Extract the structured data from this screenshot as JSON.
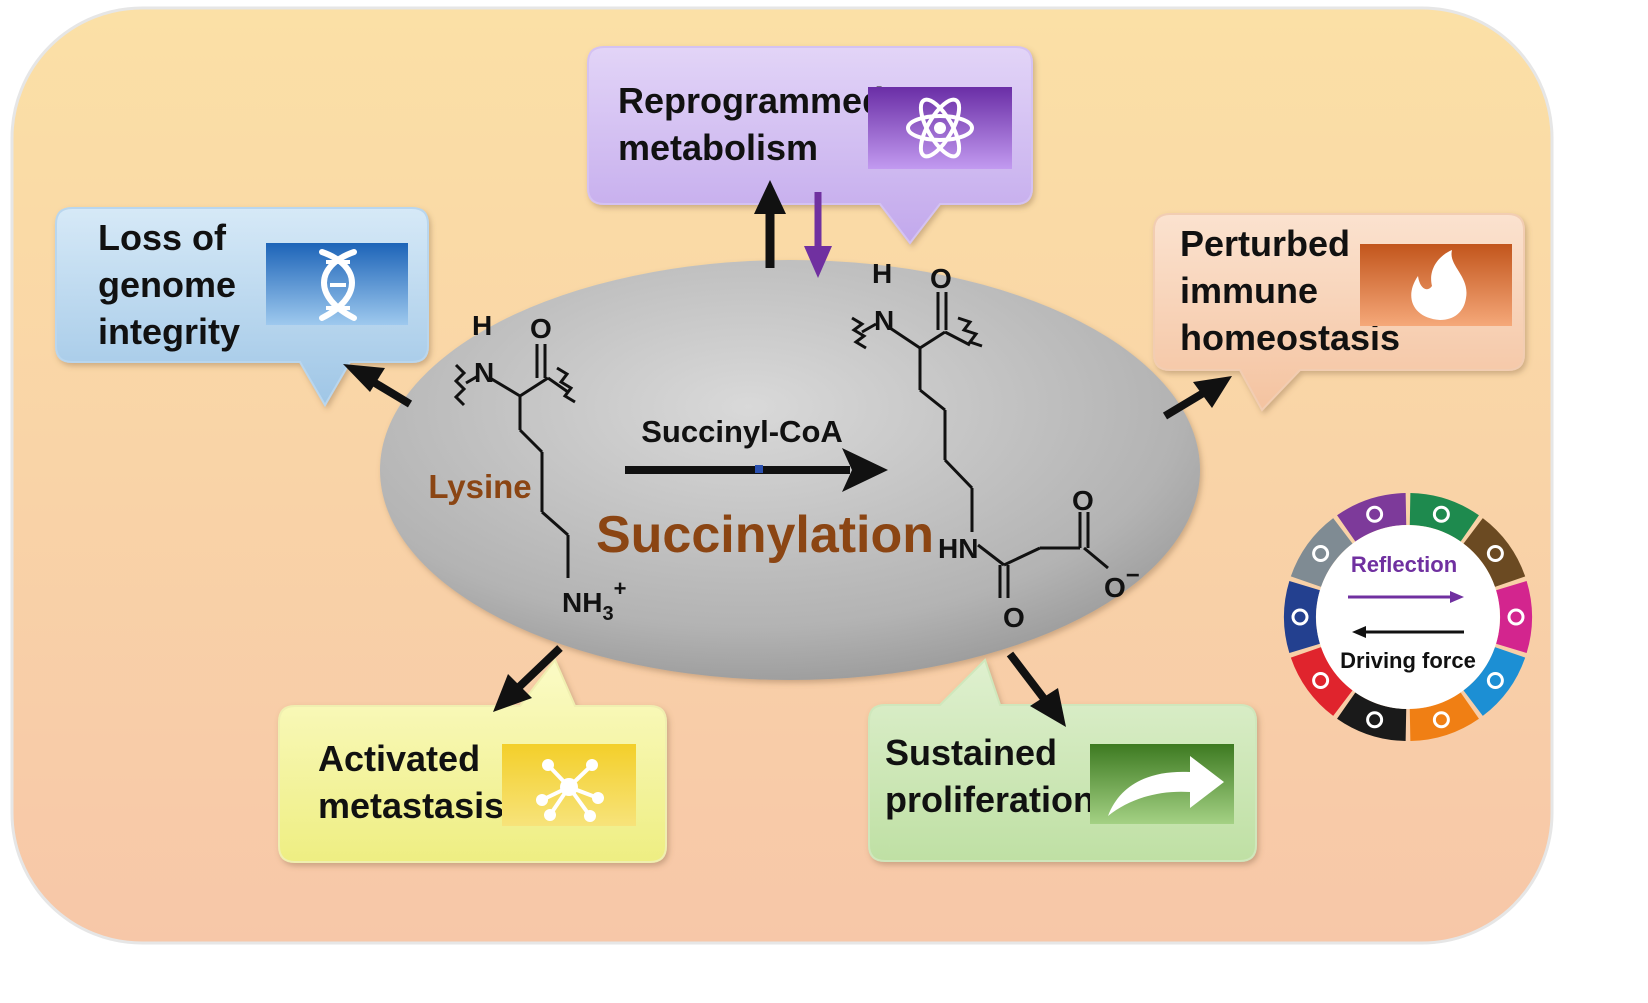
{
  "center": {
    "reaction_label": "Succinylation",
    "reagent": "Succinyl-CoA",
    "substrate_label": "Lysine"
  },
  "chem": {
    "h": "H",
    "n": "N",
    "o": "O",
    "hn": "HN",
    "nh3": "NH",
    "sub3": "3",
    "plus": "+",
    "o_minus": "O",
    "minus": "−"
  },
  "boxes": {
    "genome": {
      "lines": [
        "Loss of",
        "genome",
        "integrity"
      ],
      "icon": "dna-icon",
      "color": "#9cc8ea"
    },
    "metabolism": {
      "lines": [
        "Reprogrammed",
        "metabolism"
      ],
      "icon": "atom-icon",
      "color": "#c9b2ee"
    },
    "immune": {
      "lines": [
        "Perturbed",
        "immune",
        "homeostasis"
      ],
      "icon": "flame-icon",
      "color": "#f6c8a4"
    },
    "metastasis": {
      "lines": [
        "Activated",
        "metastasis"
      ],
      "icon": "network-icon",
      "color": "#f4f29a"
    },
    "proliferation": {
      "lines": [
        "Sustained",
        "proliferation"
      ],
      "icon": "curved-arrow-icon",
      "color": "#c6e3ae"
    }
  },
  "legend": {
    "reflection": "Reflection",
    "driving_force": "Driving force",
    "reflection_color": "#7030a0",
    "driving_color": "#111111"
  },
  "wheel": {
    "segments": [
      {
        "color": "#1e8a4e",
        "icon": "arrow-icon"
      },
      {
        "color": "#6b4a22",
        "icon": "ban-icon"
      },
      {
        "color": "#d3258e",
        "icon": "pacman-icon"
      },
      {
        "color": "#1c8fd4",
        "icon": "infinity-icon"
      },
      {
        "color": "#f07f14",
        "icon": "flame-icon"
      },
      {
        "color": "#1a1a1a",
        "icon": "ghost-icon"
      },
      {
        "color": "#e0242d",
        "icon": "cup-icon"
      },
      {
        "color": "#23408f",
        "icon": "dna-icon"
      },
      {
        "color": "#7f8b93",
        "icon": "plus-icon"
      },
      {
        "color": "#7d3a9a",
        "icon": "atom-icon"
      }
    ]
  }
}
